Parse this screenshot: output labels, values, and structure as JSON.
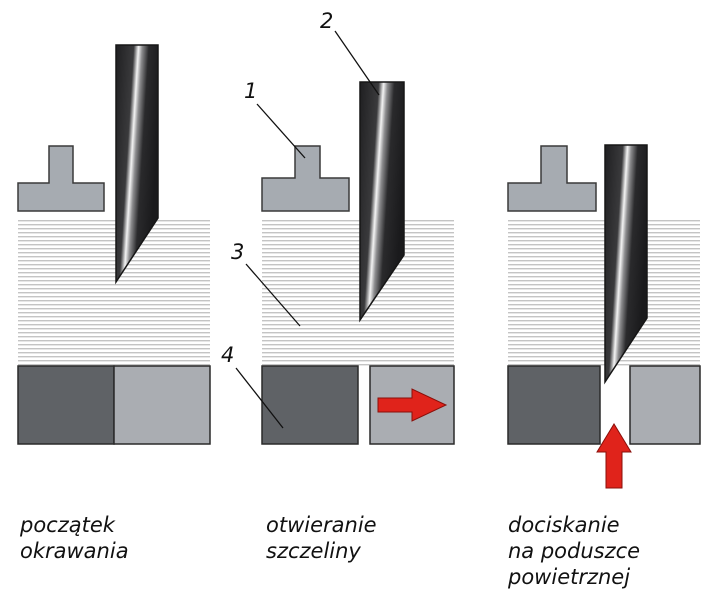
{
  "colors": {
    "block_dark": "#5f6266",
    "block_light": "#aaadb2",
    "holder": "#a6abb1",
    "blade_dark": "#2b2b2d",
    "arrow": "#e0231b",
    "stripes": "#c4c4c4"
  },
  "panels": [
    {
      "caption_lines": [
        "początek",
        "okrawania"
      ]
    },
    {
      "caption_lines": [
        "otwieranie",
        "szczeliny"
      ]
    },
    {
      "caption_lines": [
        "dociskanie",
        "na poduszce",
        "powietrznej"
      ]
    }
  ],
  "labels": {
    "one": "1",
    "two": "2",
    "three": "3",
    "four": "4"
  }
}
